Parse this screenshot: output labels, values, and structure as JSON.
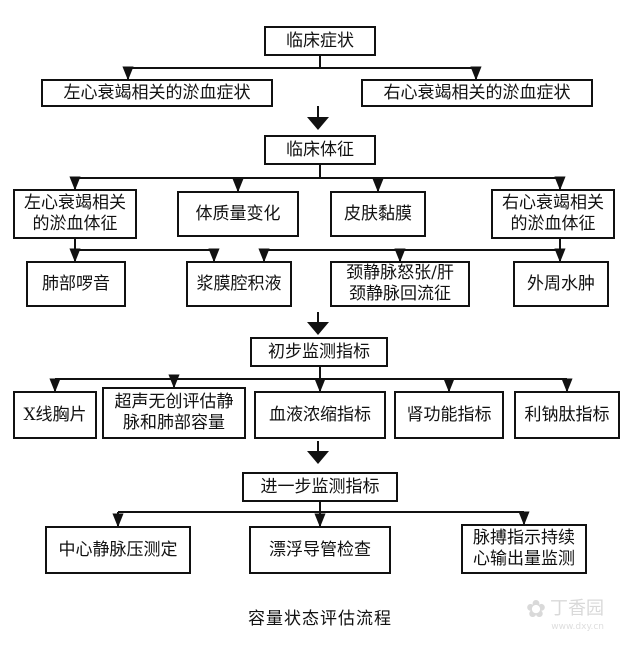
{
  "diagram": {
    "n_symptoms": "临床症状",
    "n_left_symptoms": "左心衰竭相关的淤血症状",
    "n_right_symptoms": "右心衰竭相关的淤血症状",
    "n_signs": "临床体征",
    "n_left_signs_l1": "左心衰竭相关",
    "n_left_signs_l2": "的淤血体征",
    "n_weight": "体质量变化",
    "n_skin": "皮肤黏膜",
    "n_right_signs_l1": "右心衰竭相关",
    "n_right_signs_l2": "的淤血体征",
    "n_rales": "肺部啰音",
    "n_effusion": "浆膜腔积液",
    "n_jvd_l1": "颈静脉怒张/肝",
    "n_jvd_l2": "颈静脉回流征",
    "n_edema": "外周水肿",
    "n_initial": "初步监测指标",
    "n_xray": "X线胸片",
    "n_ultra_l1": "超声无创评估静",
    "n_ultra_l2": "脉和肺部容量",
    "n_hemo": "血液浓缩指标",
    "n_renal": "肾功能指标",
    "n_bnp": "利钠肽指标",
    "n_further": "进一步监测指标",
    "n_cvp": "中心静脉压测定",
    "n_swan": "漂浮导管检查",
    "n_picco_l1": "脉搏指示持续",
    "n_picco_l2": "心输出量监测"
  },
  "caption": "容量状态评估流程",
  "watermark": {
    "brand": "丁香园",
    "url": "www.dxy.cn"
  }
}
